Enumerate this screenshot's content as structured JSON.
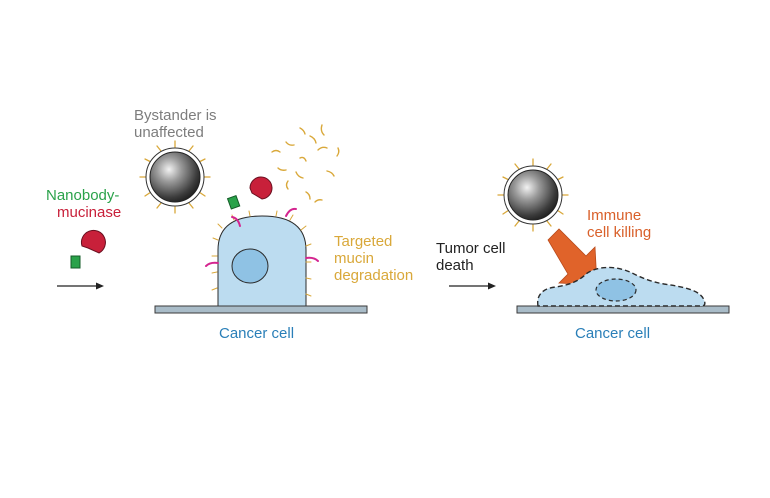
{
  "labels": {
    "bystander": [
      "Bystander is",
      "unaffected"
    ],
    "nanobody": "Nanobody-",
    "mucinase": "mucinase",
    "targeted": [
      "Targeted",
      "mucin",
      "degradation"
    ],
    "tumor": [
      "Tumor cell",
      "death"
    ],
    "immune": [
      "Immune",
      "cell killing"
    ],
    "cancer_left": "Cancer cell",
    "cancer_right": "Cancer cell"
  },
  "colors": {
    "bystander_text": "#7d7d7d",
    "nanobody_text": "#2aa24a",
    "mucinase_text": "#c8203a",
    "mucin_text": "#d9a83a",
    "cancer_text": "#2a7fb8",
    "immune_text": "#d9602a",
    "cell_fill": "#bcdcf0",
    "substrate": "#a9bcc8"
  }
}
